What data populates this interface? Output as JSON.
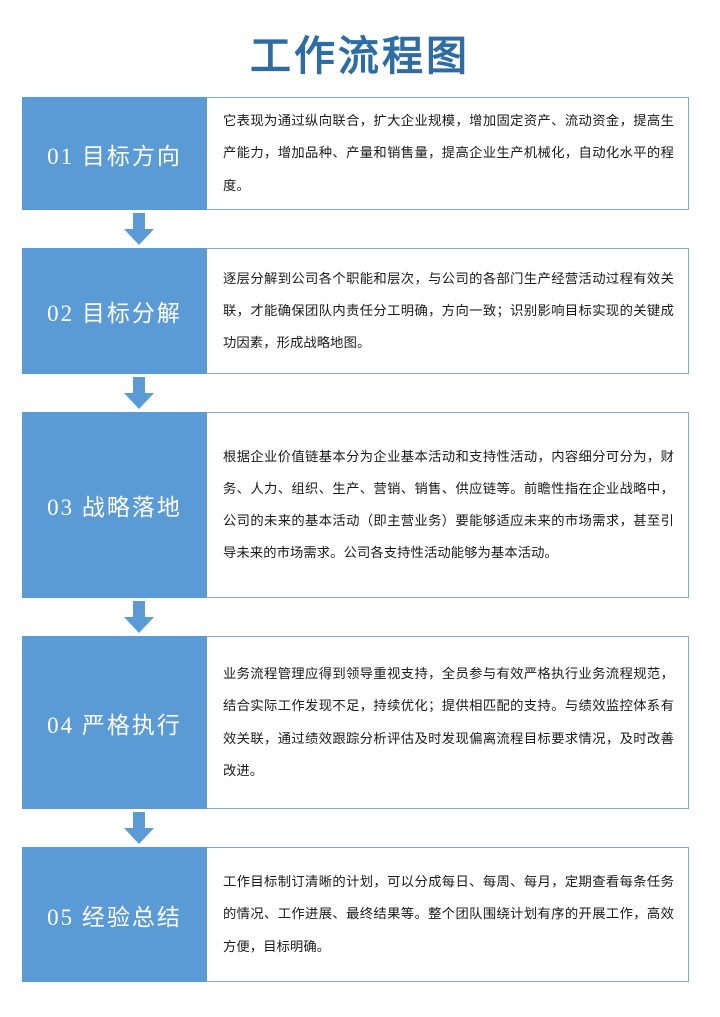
{
  "document": {
    "title": "工作流程图",
    "type": "work-flow-chart"
  },
  "colors": {
    "title_blue": "#2e6da4",
    "box_blue": "#5b9bd5",
    "border_blue": "#7bacd8",
    "arrow_blue": "#5b9bd5",
    "body_text": "#1a1a1a",
    "label_text": "#ffffff",
    "page_background": "#ffffff"
  },
  "steps": [
    {
      "number": "01",
      "label": "01 目标方向",
      "name": "目标方向",
      "text": "它表现为通过纵向联合，扩大企业规模，增加固定资产、流动资金，提高生产能力，增加品种、产量和销售量，提高企业生产机械化，自动化水平的程度。"
    },
    {
      "number": "02",
      "label": "02 目标分解",
      "name": "目标分解",
      "text": "逐层分解到公司各个职能和层次，与公司的各部门生产经营活动过程有效关联，才能确保团队内责任分工明确，方向一致；识别影响目标实现的关键成功因素，形成战略地图。"
    },
    {
      "number": "03",
      "label": "03 战略落地",
      "name": "战略落地",
      "text": "根据企业价值链基本分为企业基本活动和支持性活动，内容细分可分为，财务、人力、组织、生产、营销、销售、供应链等。前瞻性指在企业战略中，公司的未来的基本活动（即主营业务）要能够适应未来的市场需求，甚至引导未来的市场需求。公司各支持性活动能够为基本活动。"
    },
    {
      "number": "04",
      "label": "04 严格执行",
      "name": "严格执行",
      "text": "业务流程管理应得到领导重视支持，全员参与有效严格执行业务流程规范，结合实际工作发现不足，持续优化；提供相匹配的支持。与绩效监控体系有效关联，通过绩效跟踪分析评估及时发现偏离流程目标要求情况，及时改善改进。"
    },
    {
      "number": "05",
      "label": "05 经验总结",
      "name": "经验总结",
      "text": "工作目标制订清晰的计划，可以分成每日、每周、每月，定期查看每条任务的情况、工作进展、最终结果等。整个团队围绕计划有序的开展工作，高效方便，目标明确。"
    }
  ],
  "connectors": [
    {
      "icon": "arrow-down-icon"
    },
    {
      "icon": "arrow-down-icon"
    },
    {
      "icon": "arrow-down-icon"
    },
    {
      "icon": "arrow-down-icon"
    }
  ]
}
